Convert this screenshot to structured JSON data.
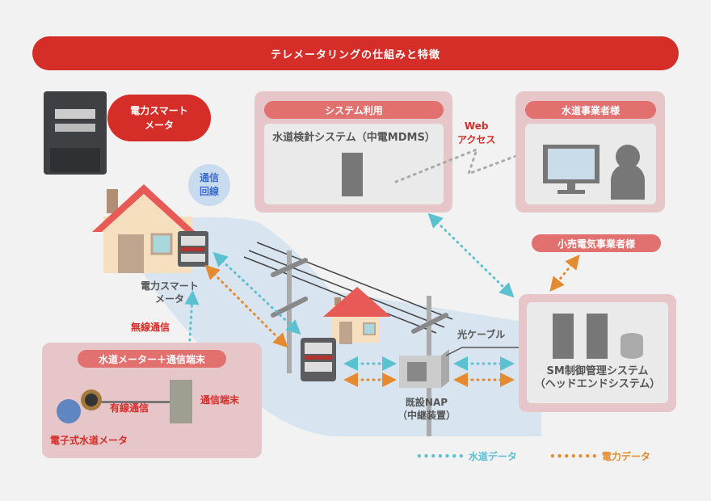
{
  "title": "テレメータリングの仕組みと特徴",
  "smart_meter_bubble": {
    "line1": "電力スマート",
    "line2": "メータ"
  },
  "comm_line_bubble": {
    "line1": "通信",
    "line2": "回線"
  },
  "system_panel": {
    "header": "システム利用",
    "system_name": "水道検針システム（中電MDMS）"
  },
  "web_access": {
    "line1": "Web",
    "line2": "アクセス"
  },
  "water_utility_panel": {
    "header": "水道事業者様"
  },
  "retail_power": {
    "label": "小売電気事業者様"
  },
  "house_meter_label": {
    "line1": "電力スマート",
    "line2": "メータ"
  },
  "wireless_label": "無線通信",
  "water_meter_panel": {
    "header": "水道メーター＋通信端末",
    "wired_label": "有線通信",
    "terminal_label": "通信端末",
    "electronic_meter_label": "電子式水道メータ"
  },
  "fiber_label": "光ケーブル",
  "nap_label": {
    "line1": "既設NAP",
    "line2": "（中継装置）"
  },
  "headend_panel": {
    "line1": "SM制御管理システム",
    "line2": "（ヘッドエンドシステム）"
  },
  "legend": [
    {
      "label": "水道データ",
      "color": "#5bc0d0"
    },
    {
      "label": "電力データ",
      "color": "#e58a2e"
    }
  ],
  "colors": {
    "accent_red": "#d52d27",
    "water_data": "#5bc0d0",
    "power_data": "#e58a2e",
    "panel_pink": "#e6c6c8"
  }
}
